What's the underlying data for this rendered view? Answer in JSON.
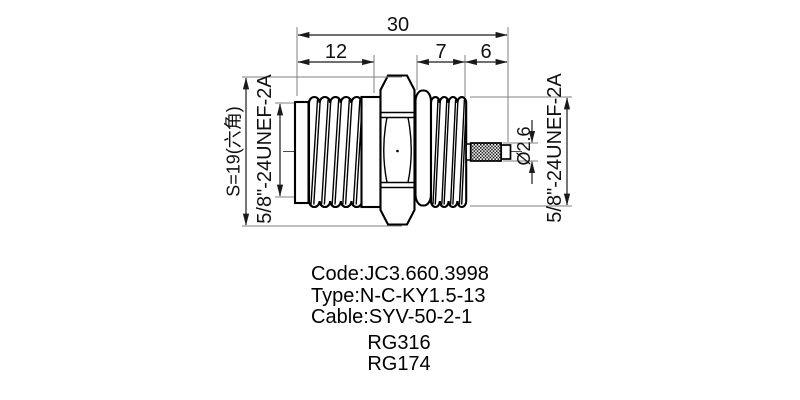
{
  "drawing": {
    "dims": {
      "total_length": "30",
      "left_length": "12",
      "mid_length": "7",
      "right_length": "6",
      "hex_size": "S=19(六角)",
      "left_thread": "5/8\"-24UNEF-2A",
      "right_thread": "5/8\"-24UNEF-2A",
      "pin_diameter": "Ø2.6"
    }
  },
  "info": {
    "lines": [
      "Code:JC3.660.3998",
      "Type:N-C-KY1.5-13",
      "Cable:SYV-50-2-1",
      "RG316",
      "RG174"
    ]
  },
  "colors": {
    "ink": "#111111",
    "background": "#ffffff"
  }
}
